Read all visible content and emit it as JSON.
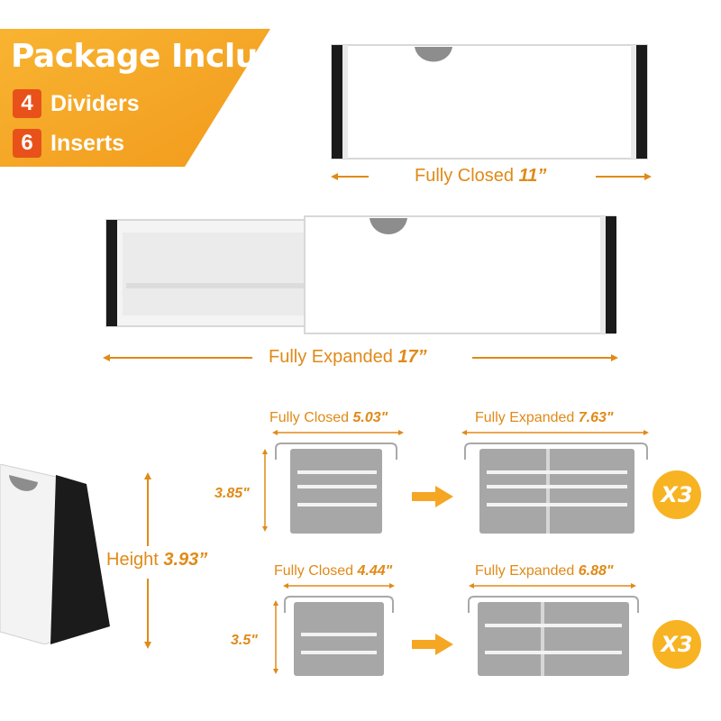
{
  "banner": {
    "title": "Package Includes",
    "items": [
      {
        "count": "4",
        "label": "Dividers"
      },
      {
        "count": "6",
        "label": "Inserts"
      }
    ]
  },
  "divider": {
    "closed_label": "Fully Closed",
    "closed_value": "11”",
    "expanded_label": "Fully Expanded",
    "expanded_value": "17”"
  },
  "height": {
    "label": "Height",
    "value": "3.93”"
  },
  "insert_large": {
    "closed_label": "Fully Closed",
    "closed_value": "5.03\"",
    "expanded_label": "Fully Expanded",
    "expanded_value": "7.63\"",
    "side_value": "3.85\"",
    "badge": "X3"
  },
  "insert_small": {
    "closed_label": "Fully Closed",
    "closed_value": "4.44\"",
    "expanded_label": "Fully Expanded",
    "expanded_value": "6.88\"",
    "side_value": "3.5\"",
    "badge": "X3"
  },
  "colors": {
    "accent": "#e08a17",
    "banner": "#f5a623",
    "badge": "#f7b322",
    "number_box": "#e8521a"
  }
}
